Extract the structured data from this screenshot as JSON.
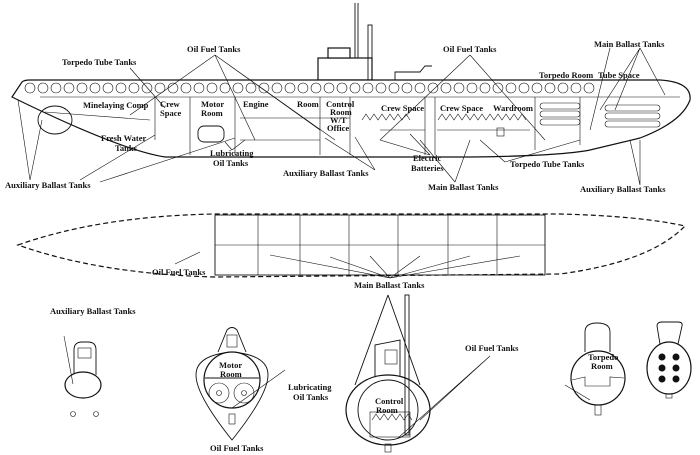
{
  "side_view": {
    "torpedo_tube_tanks_aft": "Torpedo Tube Tanks",
    "oil_fuel_tanks_aft": "Oil Fuel Tanks",
    "oil_fuel_tanks_fwd": "Oil Fuel Tanks",
    "main_ballast_tanks_top": "Main Ballast Tanks",
    "torpedo_room": "Torpedo Room",
    "tube_space": "Tube Space",
    "minelaying_comp": "Minelaying Comp",
    "crew_space_aft": [
      "Crew",
      "Space"
    ],
    "motor_room": [
      "Motor",
      "Room"
    ],
    "engine": "Engine",
    "room": "Room",
    "control_room": [
      "Control",
      "Room"
    ],
    "wt_office": [
      "W/T",
      "Office"
    ],
    "crew_space_1": "Crew Space",
    "crew_space_2": "Crew Space",
    "wardroom": "Wardroom",
    "fresh_water_tanks": [
      "Fresh Water",
      "Tanks"
    ],
    "lubricating_oil_tanks": [
      "Lubricating",
      "Oil Tanks"
    ],
    "auxiliary_ballast_tanks_aft": "Auxiliary Ballast Tanks",
    "auxiliary_ballast_tanks_mid": "Auxiliary Ballast Tanks",
    "electric_batteries": [
      "Electric",
      "Batteries"
    ],
    "main_ballast_tanks_bottom": "Main Ballast Tanks",
    "torpedo_tube_tanks_fwd": "Torpedo Tube Tanks",
    "auxiliary_ballast_tanks_fwd": "Auxiliary Ballast Tanks"
  },
  "plan_view": {
    "oil_fuel_tanks": "Oil Fuel Tanks",
    "main_ballast_tanks": "Main Ballast Tanks"
  },
  "cross_sections": {
    "auxiliary_ballast_tanks": "Auxiliary Ballast Tanks",
    "motor_room": [
      "Motor",
      "Room"
    ],
    "lubricating_oil_tanks": [
      "Lubricating",
      "Oil Tanks"
    ],
    "oil_fuel_tanks_motor": "Oil Fuel Tanks",
    "oil_fuel_tanks_control": "Oil Fuel Tanks",
    "control_room": [
      "Control",
      "Room"
    ],
    "torpedo_room": [
      "Torpedo",
      "Room"
    ]
  }
}
